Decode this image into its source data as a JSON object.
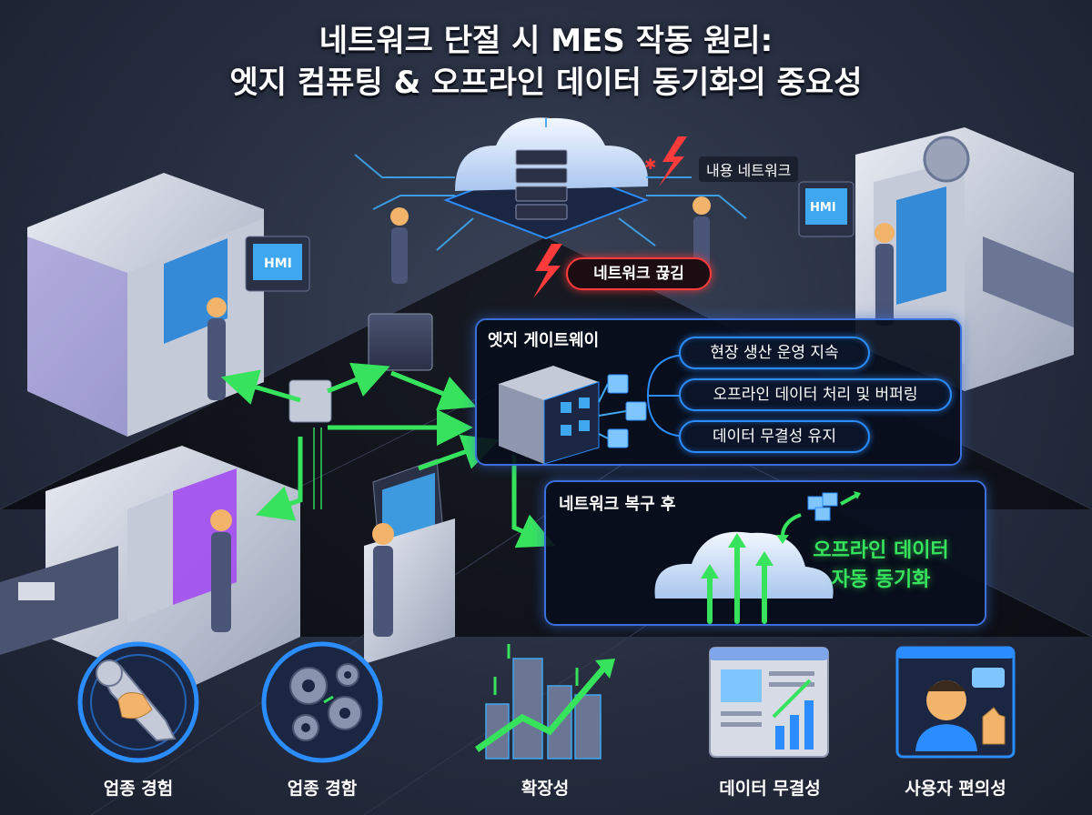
{
  "title": {
    "line1": "네트워크 단절 시 MES 작동 원리:",
    "line2": "엣지 컴퓨팅 & 오프라인 데이터 동기화의 중요성"
  },
  "cloud": {
    "network_label": "내용 네트워크",
    "disconnect_label": "네트워크 끊김",
    "server_icon": "server-rack-icon"
  },
  "machines": {
    "hmi_label": "HMI"
  },
  "edge_gateway": {
    "title": "엣지 게이트웨이",
    "functions": [
      "현장 생산 운영 지속",
      "오프라인 데이터 처리 및 버퍼링",
      "데이터 무결성 유지"
    ]
  },
  "recovery": {
    "title": "네트워크 복구 후",
    "sync_line1": "오프라인 데이터",
    "sync_line2": "자동 동기화"
  },
  "bottom_icons": [
    {
      "label": "업종 경험",
      "icon": "wrench-hand-icon"
    },
    {
      "label": "업종 경함",
      "icon": "gears-icon"
    },
    {
      "label": "확장성",
      "icon": "city-growth-icon"
    },
    {
      "label": "데이터 무결성",
      "icon": "data-chart-icon"
    },
    {
      "label": "사용자 편의성",
      "icon": "user-thumbs-up-icon"
    }
  ],
  "colors": {
    "accent_blue": "#2b8cff",
    "alert_red": "#ff3b3b",
    "sync_green": "#37e35d",
    "background": "#262d3f"
  }
}
